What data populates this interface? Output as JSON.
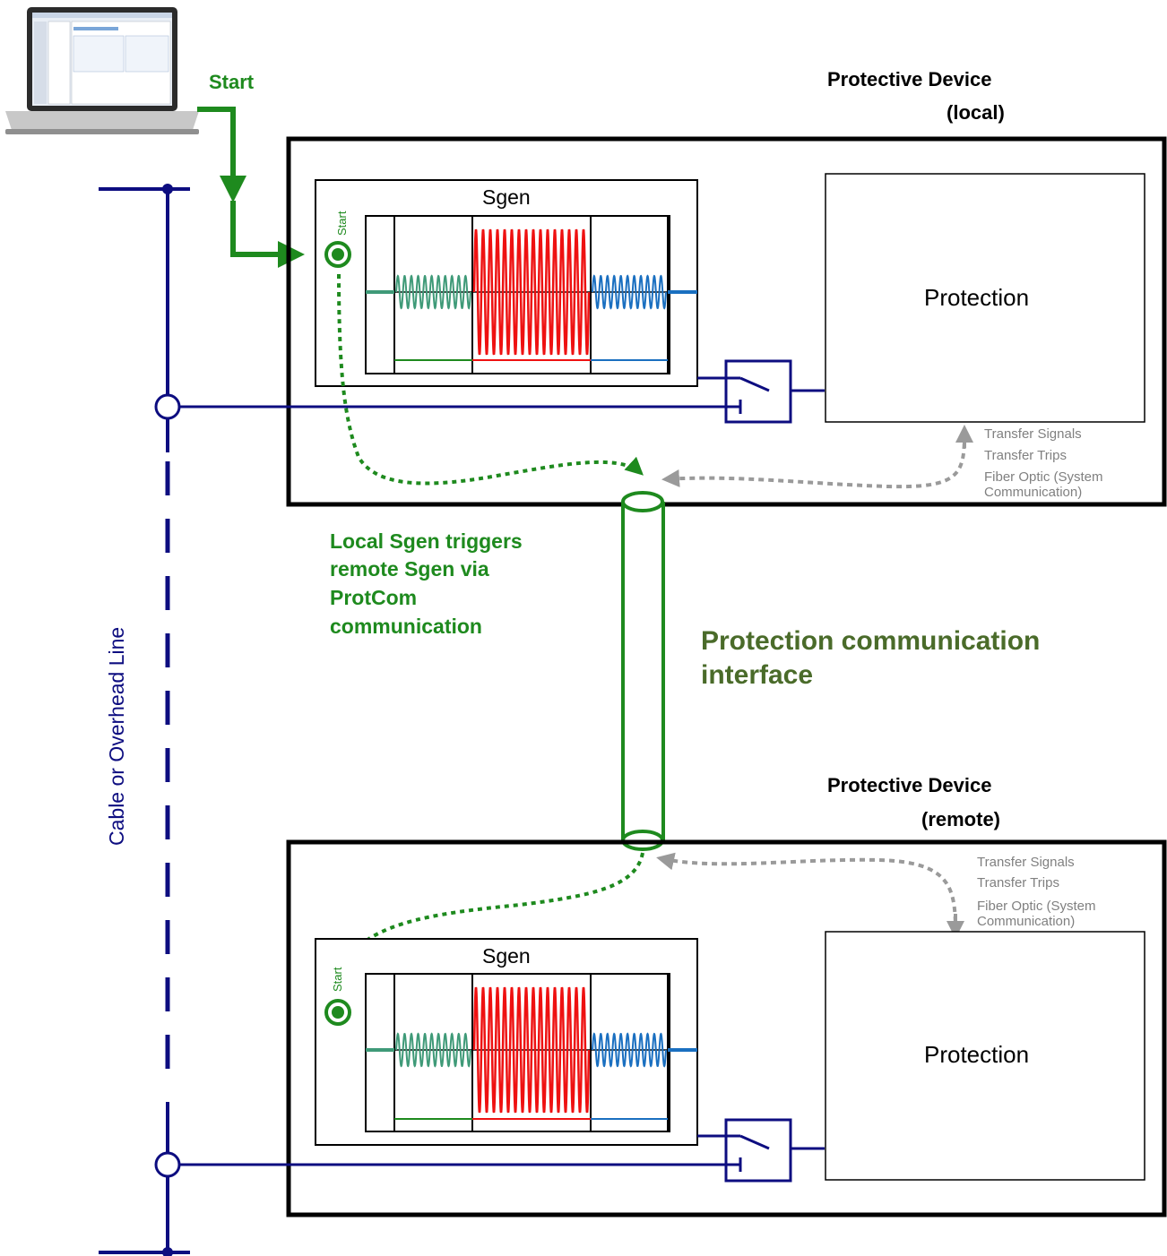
{
  "start_label": "Start",
  "local_device": {
    "title_line1": "Protective Device",
    "title_line2": "(local)",
    "sgen_title": "Sgen",
    "start_vertical": "Start",
    "protection_label": "Protection",
    "transfer_signals": "Transfer Signals",
    "transfer_trips": "Transfer Trips",
    "fiber_line1": "Fiber Optic (System",
    "fiber_line2": "Communication)"
  },
  "remote_device": {
    "title_line1": "Protective Device",
    "title_line2": "(remote)",
    "sgen_title": "Sgen",
    "start_vertical": "Start",
    "protection_label": "Protection",
    "transfer_signals": "Transfer Signals",
    "transfer_trips": "Transfer Trips",
    "fiber_line1": "Fiber Optic (System",
    "fiber_line2": "Communication)"
  },
  "trigger_note": [
    "Local Sgen triggers",
    "remote Sgen via",
    "ProtCom",
    "communication"
  ],
  "interface_label": [
    "Protection communication",
    "interface"
  ],
  "line_label": "Cable or Overhead Line",
  "colors": {
    "green": "#1e8a1e",
    "dark_green_text": "#4a6b2a",
    "navy": "#0d0d80",
    "red": "#ee1111",
    "teal_wave": "#3f9a78",
    "blue_wave": "#1a6fc0",
    "gray_arrow": "#9a9a9a"
  },
  "icons": [
    "laptop-icon",
    "start-button-icon",
    "breaker-switch-icon"
  ]
}
